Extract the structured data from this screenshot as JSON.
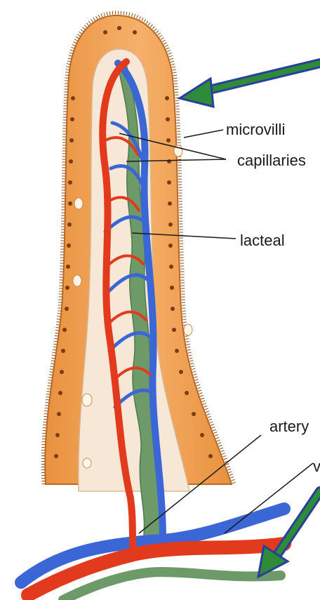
{
  "labels": {
    "microvilli": "microvilli",
    "capillaries": "capillaries",
    "lacteal": "lacteal",
    "artery": "artery",
    "vein_partial": "v"
  },
  "colors": {
    "epithelium": "#f2a65a",
    "epithelium_dark": "#c8742a",
    "inner_tissue": "#f6e7d6",
    "vein": "#3a66d6",
    "artery": "#e23a1c",
    "lacteal": "#6e9a6a",
    "arrow_green": "#2e8b3a",
    "arrow_blue": "#2a3f9a"
  }
}
